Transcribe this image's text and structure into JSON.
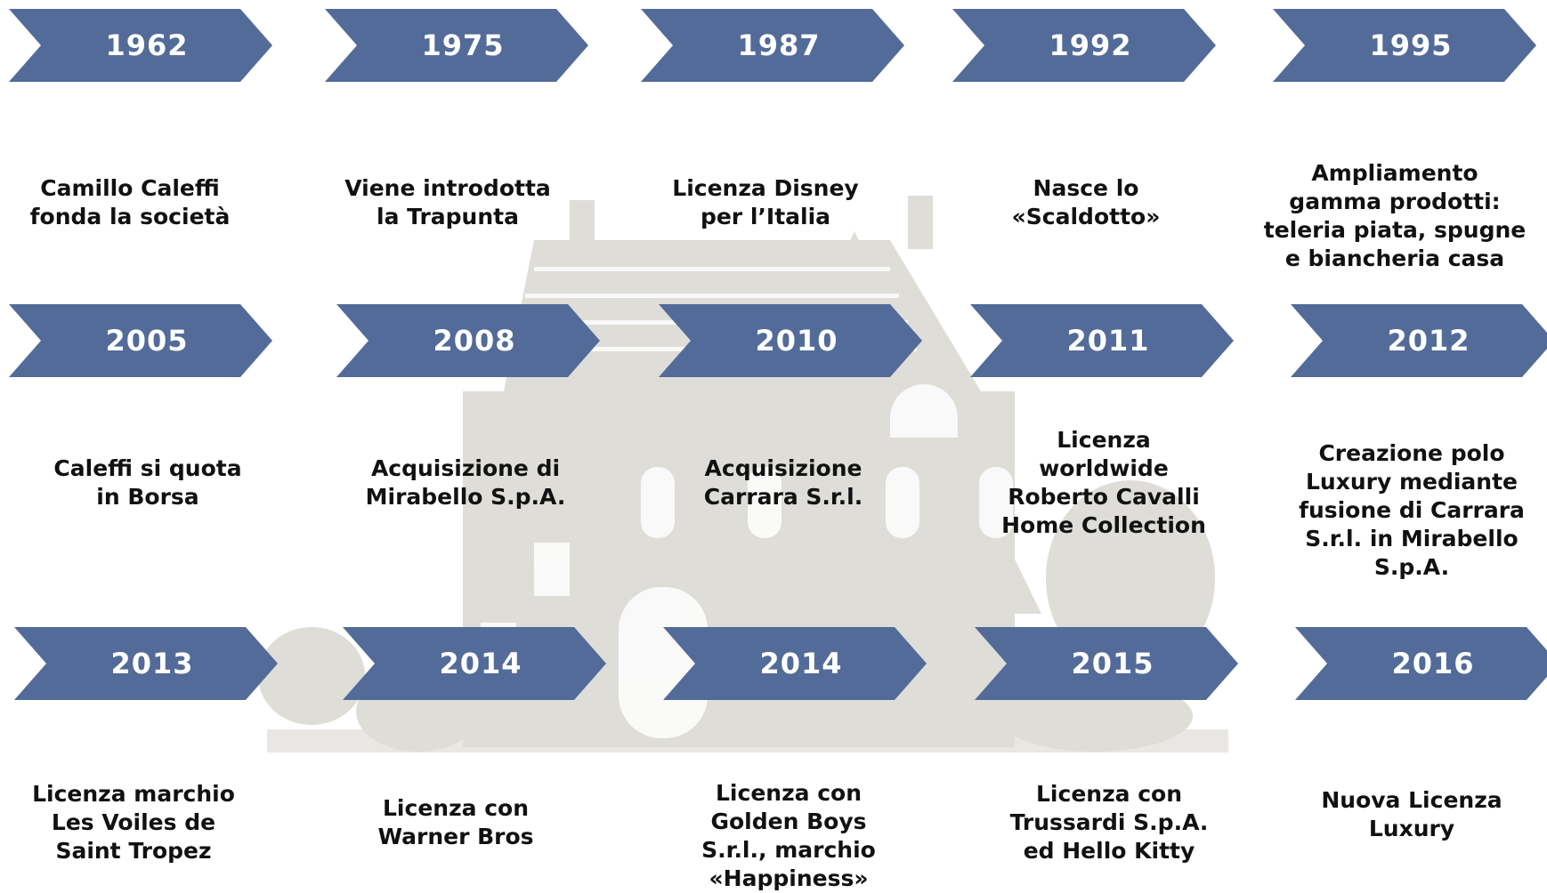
{
  "timeline": {
    "events": [
      {
        "year": "1962",
        "text": "Camillo Caleffi\nfonda la società"
      },
      {
        "year": "1975",
        "text": "Viene introdotta\nla Trapunta"
      },
      {
        "year": "1987",
        "text": "Licenza Disney\nper l’Italia"
      },
      {
        "year": "1992",
        "text": "Nasce lo\n«Scaldotto»"
      },
      {
        "year": "1995",
        "text": "Ampliamento\ngamma prodotti:\nteleria piata, spugne\ne biancheria casa"
      },
      {
        "year": "2005",
        "text": "Caleffi si quota\nin Borsa"
      },
      {
        "year": "2008",
        "text": "Acquisizione di\nMirabello S.p.A."
      },
      {
        "year": "2010",
        "text": "Acquisizione\nCarrara S.r.l."
      },
      {
        "year": "2011",
        "text": "Licenza\nworldwide\nRoberto Cavalli\nHome Collection"
      },
      {
        "year": "2012",
        "text": "Creazione polo\nLuxury mediante\nfusione di Carrara\nS.r.l. in Mirabello\nS.p.A."
      },
      {
        "year": "2013",
        "text": "Licenza marchio\nLes Voiles de\nSaint Tropez"
      },
      {
        "year": "2014",
        "text": "Licenza con\nWarner Bros"
      },
      {
        "year": "2014",
        "text": "Licenza con\nGolden Boys\nS.r.l., marchio\n«Happiness»"
      },
      {
        "year": "2015",
        "text": "Licenza con\nTrussardi S.p.A.\ned Hello Kitty"
      },
      {
        "year": "2016",
        "text": "Nuova Licenza\nLuxury"
      }
    ]
  },
  "colors": {
    "chevron": "#536b98",
    "chevron_text": "#ffffff",
    "text": "#111111",
    "watermark": "#c9c7bf"
  },
  "background": {
    "icon": "house-watermark"
  }
}
